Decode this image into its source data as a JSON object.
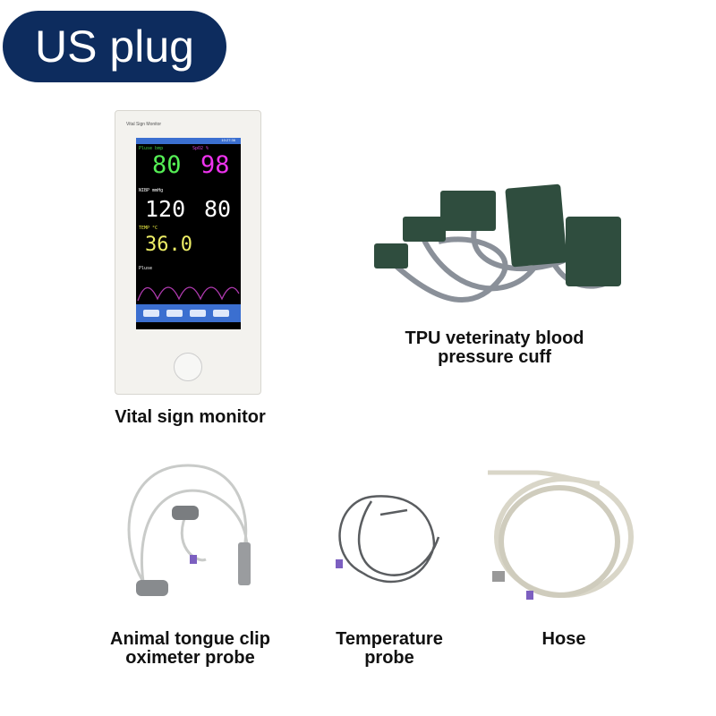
{
  "badge": {
    "label": "US plug",
    "color": "#0d2c5e"
  },
  "monitor": {
    "title": "Vital Sign Monitor",
    "time": "10:27:36",
    "pulse_label": "Pluse  bmp",
    "pulse": "80",
    "spo2_label": "SpO2  %",
    "spo2": "98",
    "nibp_label": "NIBP   mmHg",
    "sys": "120",
    "dia": "80",
    "temp_label": "TEMP  °C",
    "temp": "36.0",
    "wave_label": "Pluse"
  },
  "items": [
    {
      "caption": "Vital sign monitor"
    },
    {
      "caption": "TPU veterinaty blood pressure cuff"
    },
    {
      "caption": "Animal tongue clip oximeter probe"
    },
    {
      "caption": "Temperature probe"
    },
    {
      "caption": "Hose"
    }
  ]
}
